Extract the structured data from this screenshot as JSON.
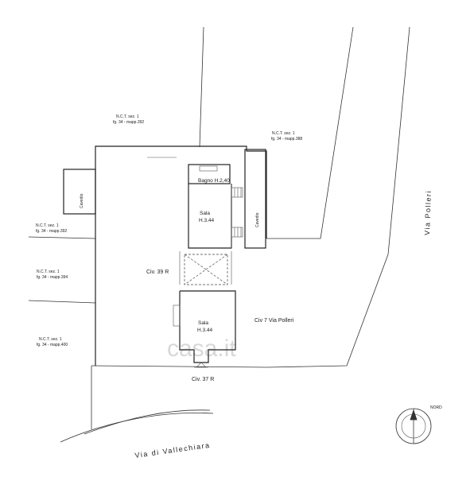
{
  "parcels": {
    "p388": {
      "line1": "N.C.T. sez. 1",
      "line2": "fg. 34 - mapp.388"
    },
    "p392_top": {
      "line1": "N.C.T. sez. 1",
      "line2": "fg. 34 - mapp.392"
    },
    "p392_left": {
      "line1": "N.C.T. sez. 1",
      "line2": "fg. 34 - mapp.392"
    },
    "p394": {
      "line1": "N.C.T. sez. 1",
      "line2": "fg. 34 - mapp.394"
    },
    "p400": {
      "line1": "N.C.T. sez. 1",
      "line2": "fg. 34 - mapp.400"
    }
  },
  "rooms": {
    "bagno": "Bagno H.2,40",
    "sala_upper_name": "Sala",
    "sala_upper_height": "H.3.44",
    "sala_lower_name": "Sala",
    "sala_lower_height": "H.3.44",
    "cavedio_left": "Cavedio",
    "cavedio_right": "Cavedio"
  },
  "labels": {
    "civ39": "Civ. 39 R",
    "civ7": "Civ 7 Via Polleri",
    "civ37": "Civ. 37 R"
  },
  "streets": {
    "via_polleri": "Via Polleri",
    "via_vallechiara": "Via di Vallechiara"
  },
  "compass": {
    "label": "NORD"
  },
  "watermark": "casa.it"
}
